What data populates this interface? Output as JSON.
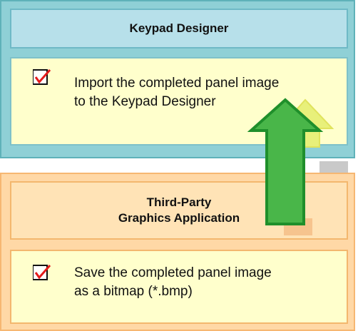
{
  "top": {
    "title": "Keypad Designer",
    "step": {
      "icon": "checkbox-check-icon",
      "line1": "Import the completed panel image",
      "line2": "to the Keypad Designer"
    }
  },
  "bottom": {
    "title_line1": "Third-Party",
    "title_line2": "Graphics Application",
    "step": {
      "icon": "checkbox-check-icon",
      "line1": "Save the completed panel image",
      "line2": "as a bitmap (*.bmp)"
    }
  },
  "arrow": {
    "direction": "up",
    "color": "#49b649",
    "shadow_color": "#e8f07a"
  }
}
